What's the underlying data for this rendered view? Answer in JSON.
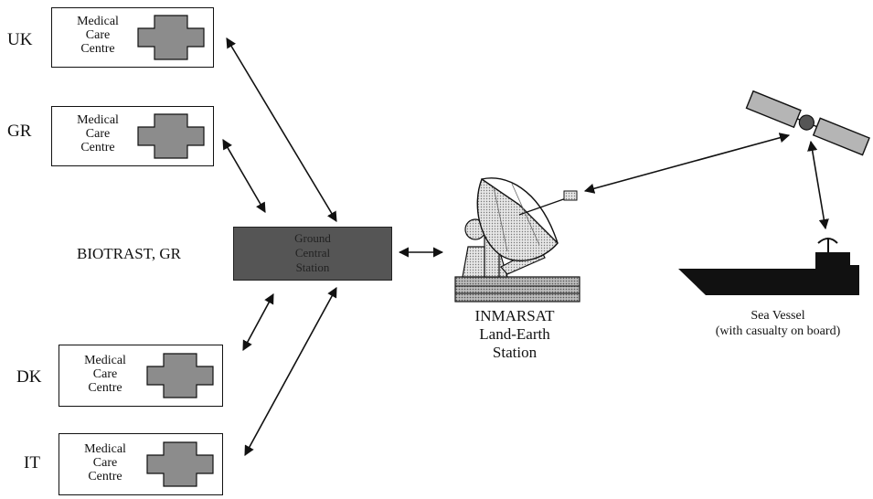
{
  "centres": [
    {
      "country": "UK",
      "label": [
        "Medical",
        "Care",
        "Centre"
      ]
    },
    {
      "country": "GR",
      "label": [
        "Medical",
        "Care",
        "Centre"
      ]
    },
    {
      "country": "DK",
      "label": [
        "Medical",
        "Care",
        "Centre"
      ]
    },
    {
      "country": "IT",
      "label": [
        "Medical",
        "Care",
        "Centre"
      ]
    }
  ],
  "hub": {
    "org": "BIOTRAST, GR",
    "label": [
      "Ground",
      "Central",
      "Station"
    ]
  },
  "earth_station": {
    "label": [
      "INMARSAT",
      "Land-Earth",
      "Station"
    ]
  },
  "vessel": {
    "label": [
      "Sea Vessel",
      "(with casualty on board)"
    ]
  },
  "colors": {
    "cross_fill": "#8c8c8c",
    "hub_fill": "#555555",
    "ship_fill": "#111111",
    "panel_fill": "#b5b5b5"
  },
  "icons": [
    "medical-cross-icon",
    "satellite-dish-icon",
    "satellite-icon",
    "ship-icon"
  ]
}
